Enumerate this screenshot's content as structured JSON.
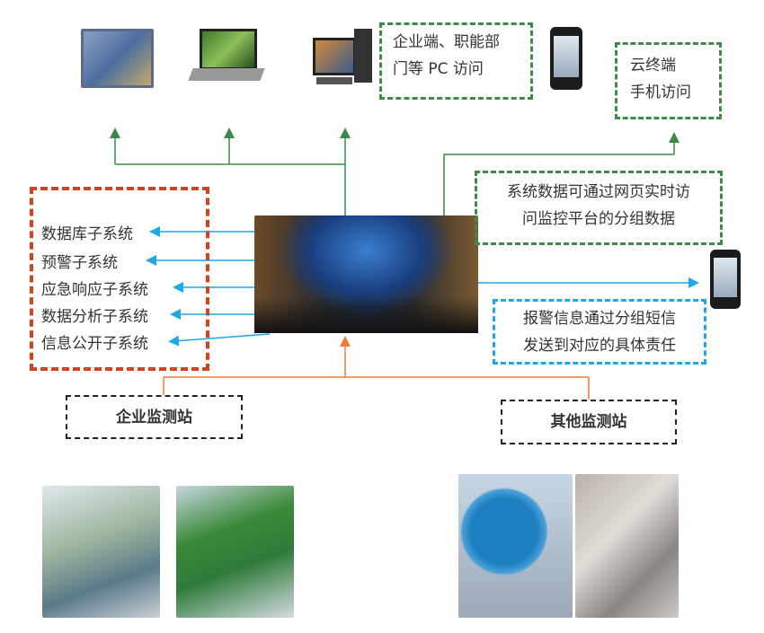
{
  "top_boxes": {
    "pc_access": [
      "企业端、职能部",
      "门等 PC 访问"
    ],
    "cloud_mobile": [
      "云终端",
      "手机访问"
    ]
  },
  "web_access_note": [
    "系统数据可通过网页实时访",
    "问监控平台的分组数据"
  ],
  "sms_note": [
    "报警信息通过分组短信",
    "发送到对应的具体责任"
  ],
  "subsystems": [
    "数据库子系统",
    "预警子系统",
    "应急响应子系统",
    "数据分析子系统",
    "信息公开子系统"
  ],
  "stations": {
    "enterprise": "企业监测站",
    "other": "其他监测站"
  },
  "colors": {
    "green": "#3e8a4a",
    "blue": "#1ea9e6",
    "red": "#d9401d",
    "orange": "#f07d3a"
  }
}
